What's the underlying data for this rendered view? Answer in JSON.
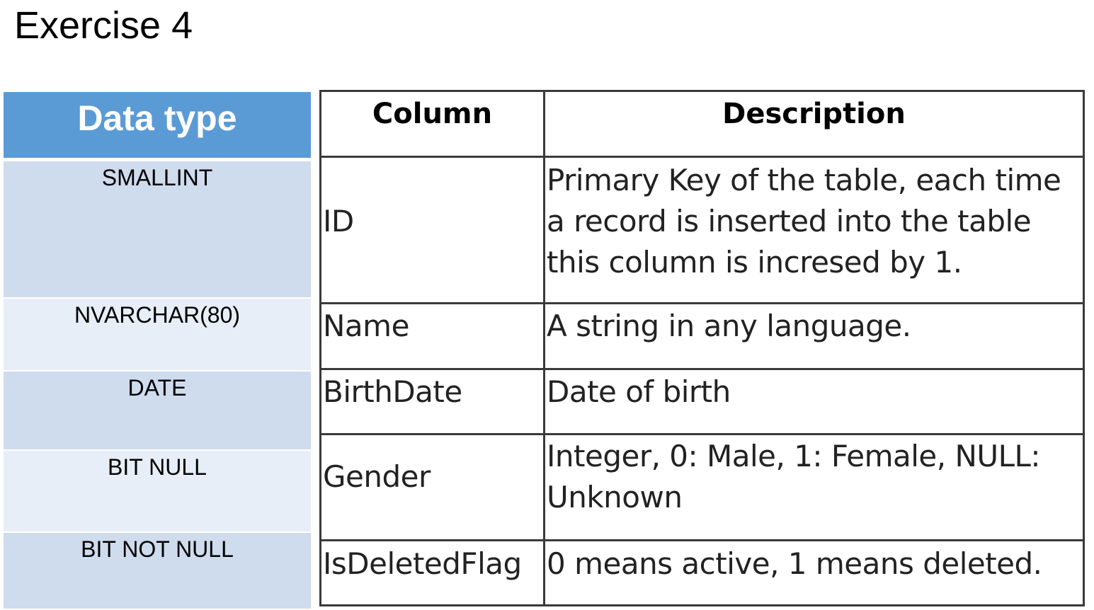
{
  "title": "Exercise 4",
  "data_type_table": {
    "header": "Data type",
    "rows": [
      "SMALLINT",
      "NVARCHAR(80)",
      "DATE",
      "BIT NULL",
      "BIT NOT NULL"
    ]
  },
  "column_table": {
    "headers": {
      "column": "Column",
      "description": "Description"
    },
    "rows": [
      {
        "column": "ID",
        "description_lines": [
          "Primary Key of the table, each time",
          "a record is inserted into the table",
          "this column is incresed by 1."
        ]
      },
      {
        "column": "Name",
        "description_lines": [
          "A string in any language."
        ]
      },
      {
        "column": "BirthDate",
        "description_lines": [
          "Date of birth"
        ]
      },
      {
        "column": "Gender",
        "description_lines": [
          "Integer, 0: Male, 1: Female, NULL:",
          "Unknown"
        ]
      },
      {
        "column": "IsDeletedFlag",
        "description_lines": [
          "0 means active, 1 means deleted."
        ]
      }
    ]
  },
  "colors": {
    "header_blue": "#5b9bd5",
    "row_dark": "#cfdcee",
    "row_light": "#e8eef7",
    "grid_line": "#3a3a3a"
  }
}
